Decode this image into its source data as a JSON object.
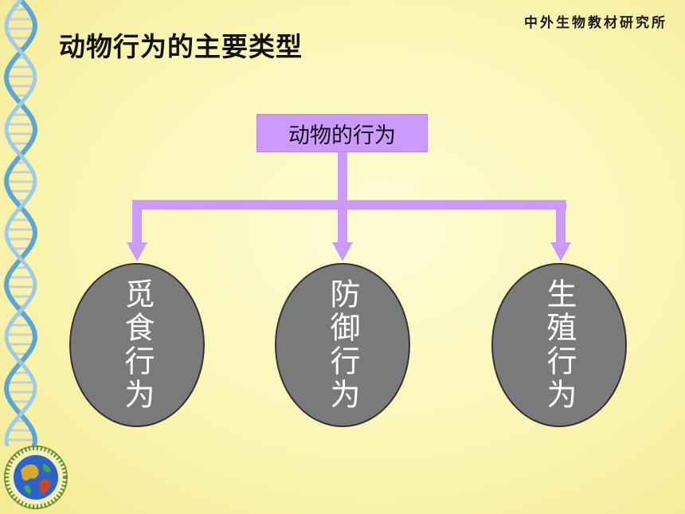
{
  "header": {
    "organization": "中外生物教材研究所",
    "title": "动物行为的主要类型"
  },
  "diagram": {
    "root": "动物的行为",
    "children": [
      "觅食行为",
      "防御行为",
      "生殖行为"
    ]
  },
  "colors": {
    "root_fill": "#cc99ff",
    "arrow": "#cc99ff",
    "node_fill": "#7a7a7a",
    "node_text": "#ffffff",
    "background": "#fbf6b4"
  },
  "icons": [
    "dna-helix-icon",
    "globe-logo-icon"
  ]
}
